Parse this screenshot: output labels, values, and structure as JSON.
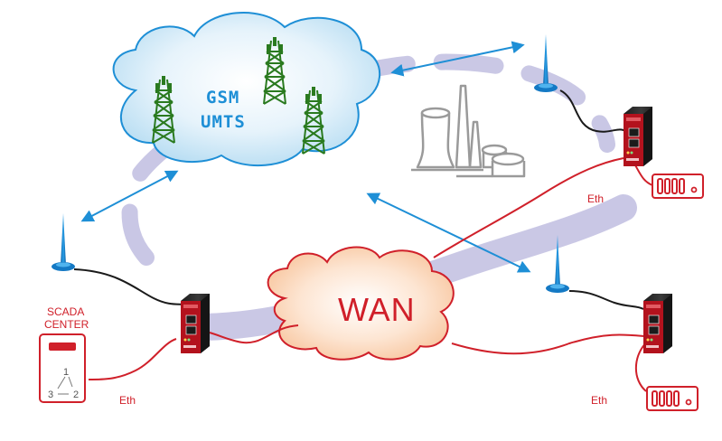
{
  "diagram": {
    "cloud_gsm": {
      "line1": "GSM",
      "line2": "UMTS"
    },
    "cloud_wan": {
      "label": "WAN"
    },
    "scada": {
      "line1": "SCADA",
      "line2": "CENTER",
      "node_top": "1",
      "node_left": "3",
      "node_right": "2"
    },
    "eth_labels": [
      "Eth",
      "Eth",
      "Eth"
    ],
    "colors": {
      "accent_blue": "#1e8fd6",
      "accent_red": "#d0202a",
      "tunnel": "#8a84c6",
      "router_body": "#2a2a2a",
      "factory_gray": "#9a9a9a"
    },
    "icons": [
      "antenna-icon",
      "router-icon",
      "rtu-device-icon",
      "factory-icon",
      "scada-center-icon",
      "cell-tower-icon"
    ]
  }
}
